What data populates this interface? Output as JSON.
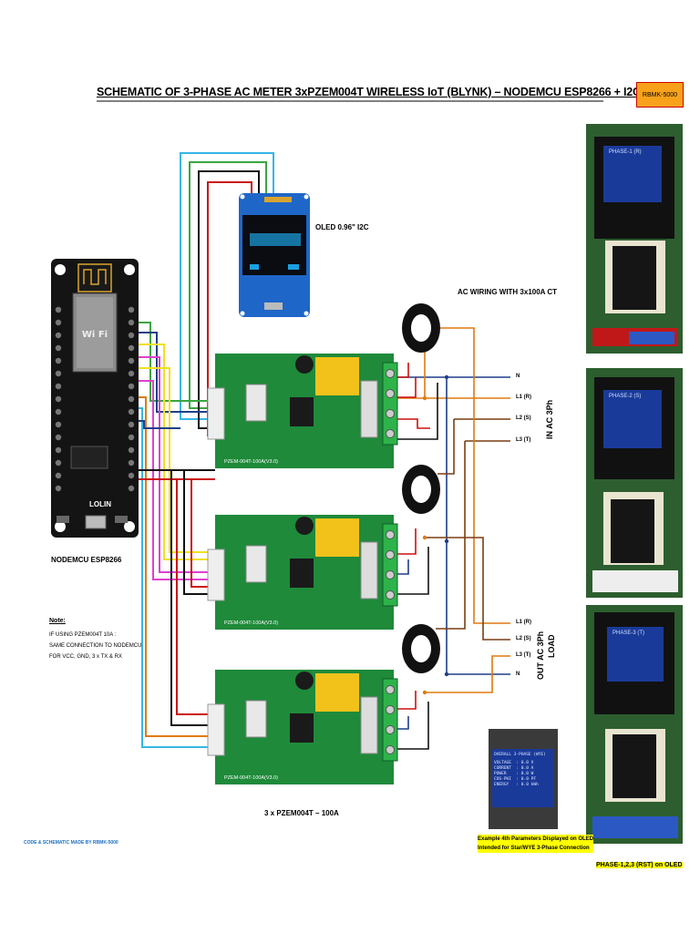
{
  "title": "SCHEMATIC OF 3-PHASE AC METER 3xPZEM004T WIRELESS IoT (BLYNK) – NODEMCU ESP8266 + I2C OLED",
  "badge": "RBMK-5000",
  "labels": {
    "oled": "OLED 0.96\" I2C",
    "ac_wiring": "AC WIRING WITH 3x100A CT",
    "nodemcu": "NODEMCU ESP8266",
    "pzem_count": "3 x PZEM004T – 100A",
    "in_ac": "IN AC 3Ph",
    "out_ac": "OUT AC 3Ph",
    "load": "LOAD",
    "lolin": "LOLIN",
    "pzem_board": "PZEM-004T-100A(V3.0)"
  },
  "input_lines": [
    "N",
    "L1 (R)",
    "L2 (S)",
    "L3 (T)"
  ],
  "output_lines": [
    "L1 (R)",
    "L2 (S)",
    "L3 (T)",
    "N"
  ],
  "note": {
    "title": "Note:",
    "lines": [
      "IF USING PZEM004T 10A :",
      "SAME CONNECTION TO NODEMCU",
      "FOR VCC, GND, 3 x TX & RX"
    ]
  },
  "credit": "CODE & SCHEMATIC MADE BY RBMK-5000",
  "example_caption": [
    "Example 4th Parameters Displayed on OLED",
    "Intended for Star/WYE 3-Phase Connection"
  ],
  "phase_caption": "PHASE-1,2,3 (RST) on OLED",
  "oled_example": {
    "header": "OVERALL 3-PHASE (WYE)",
    "rows": [
      "VOLTAGE  : 0.0 V",
      "CURRENT  : 0.0 A",
      "POWER    : 0.0 W",
      "COS-PHI  : 0.0 PF",
      "ENERGY   : 0.0 kWh"
    ]
  },
  "phase_screens": [
    "PHASE-1 (R)",
    "PHASE-2 (S)",
    "PHASE-3 (T)"
  ],
  "colors": {
    "board_green": "#1f8a3a",
    "board_dark": "#0f5e28",
    "relay_yellow": "#f2c21b",
    "terminal_green": "#2db34a",
    "ct_black": "#111111",
    "nodemcu_black": "#141414",
    "oled_blue": "#1f66c9",
    "wire_orange": "#e07a10",
    "wire_blue": "#1f3f8a",
    "wire_brown": "#7a3f12",
    "wire_red": "#cc1010",
    "wire_black": "#111111",
    "wire_green": "#3aa640",
    "wire_yellow": "#f0e020",
    "wire_magenta": "#e040d0",
    "wire_cyan": "#35b6e6",
    "badge_orange": "#f7a21a"
  }
}
